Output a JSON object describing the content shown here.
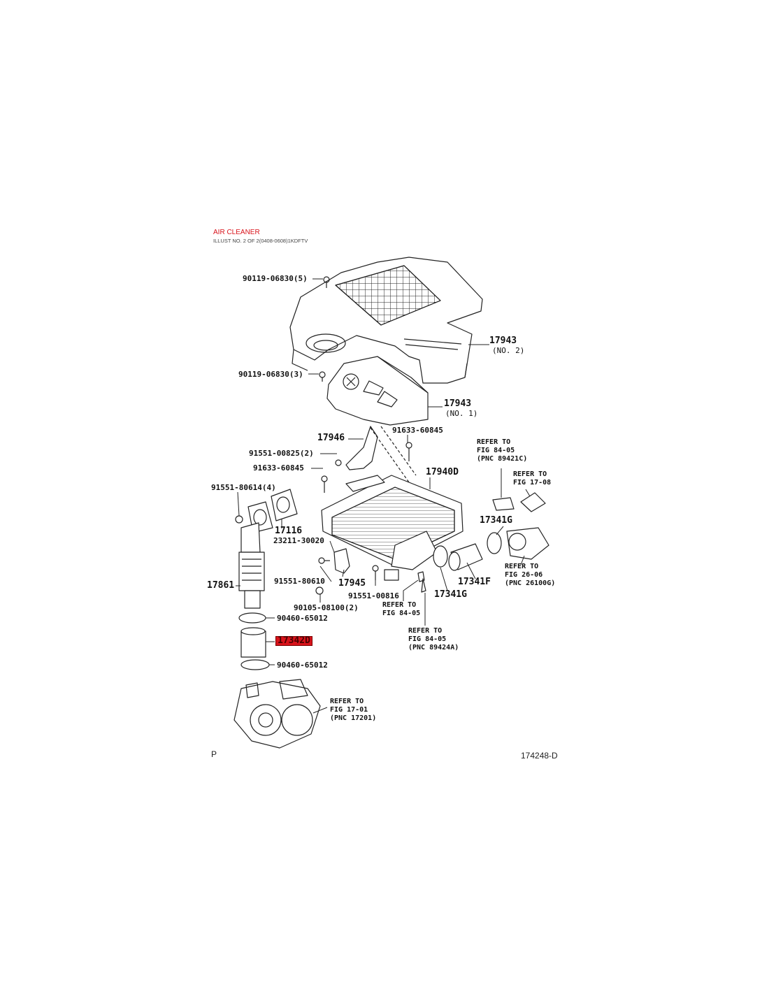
{
  "header": {
    "title": "AIR CLEANER",
    "subtitle": "ILLUST NO. 2 OF 2(0408-0608)1KDFTV"
  },
  "colors": {
    "highlight": "#d8131b",
    "line": "#222222"
  },
  "parts": {
    "p1": "90119-06830(5)",
    "p2": "17943",
    "p2n": "(NO. 2)",
    "p3": "90119-06830(3)",
    "p4": "17943",
    "p4n": "(NO. 1)",
    "p5": "17946",
    "p6": "91633-60845",
    "p7": "91551-00825(2)",
    "p8": "91633-60845",
    "p9": "17940D",
    "p10": "91551-80614(4)",
    "p11": "17116",
    "p12": "23211-30020",
    "p13": "17341G",
    "p14": "91551-80610",
    "p15": "17945",
    "p16": "91551-00816",
    "p17": "17341F",
    "p18": "17341G",
    "p19": "17861",
    "p20": "90105-08100(2)",
    "p21": "90460-65012",
    "p22": "17342D",
    "p23": "90460-65012"
  },
  "refs": {
    "r1": "REFER TO\nFIG 84-05\n(PNC 89421C)",
    "r2": "REFER TO\nFIG 17-08",
    "r3": "REFER TO\nFIG 26-06\n(PNC 26100G)",
    "r4": "REFER TO\nFIG 84-05",
    "r5": "REFER TO\nFIG 84-05\n(PNC 89424A)",
    "r6": "REFER TO\nFIG 17-01\n(PNC 17201)"
  },
  "footer": {
    "left": "P",
    "right": "174248-D"
  }
}
